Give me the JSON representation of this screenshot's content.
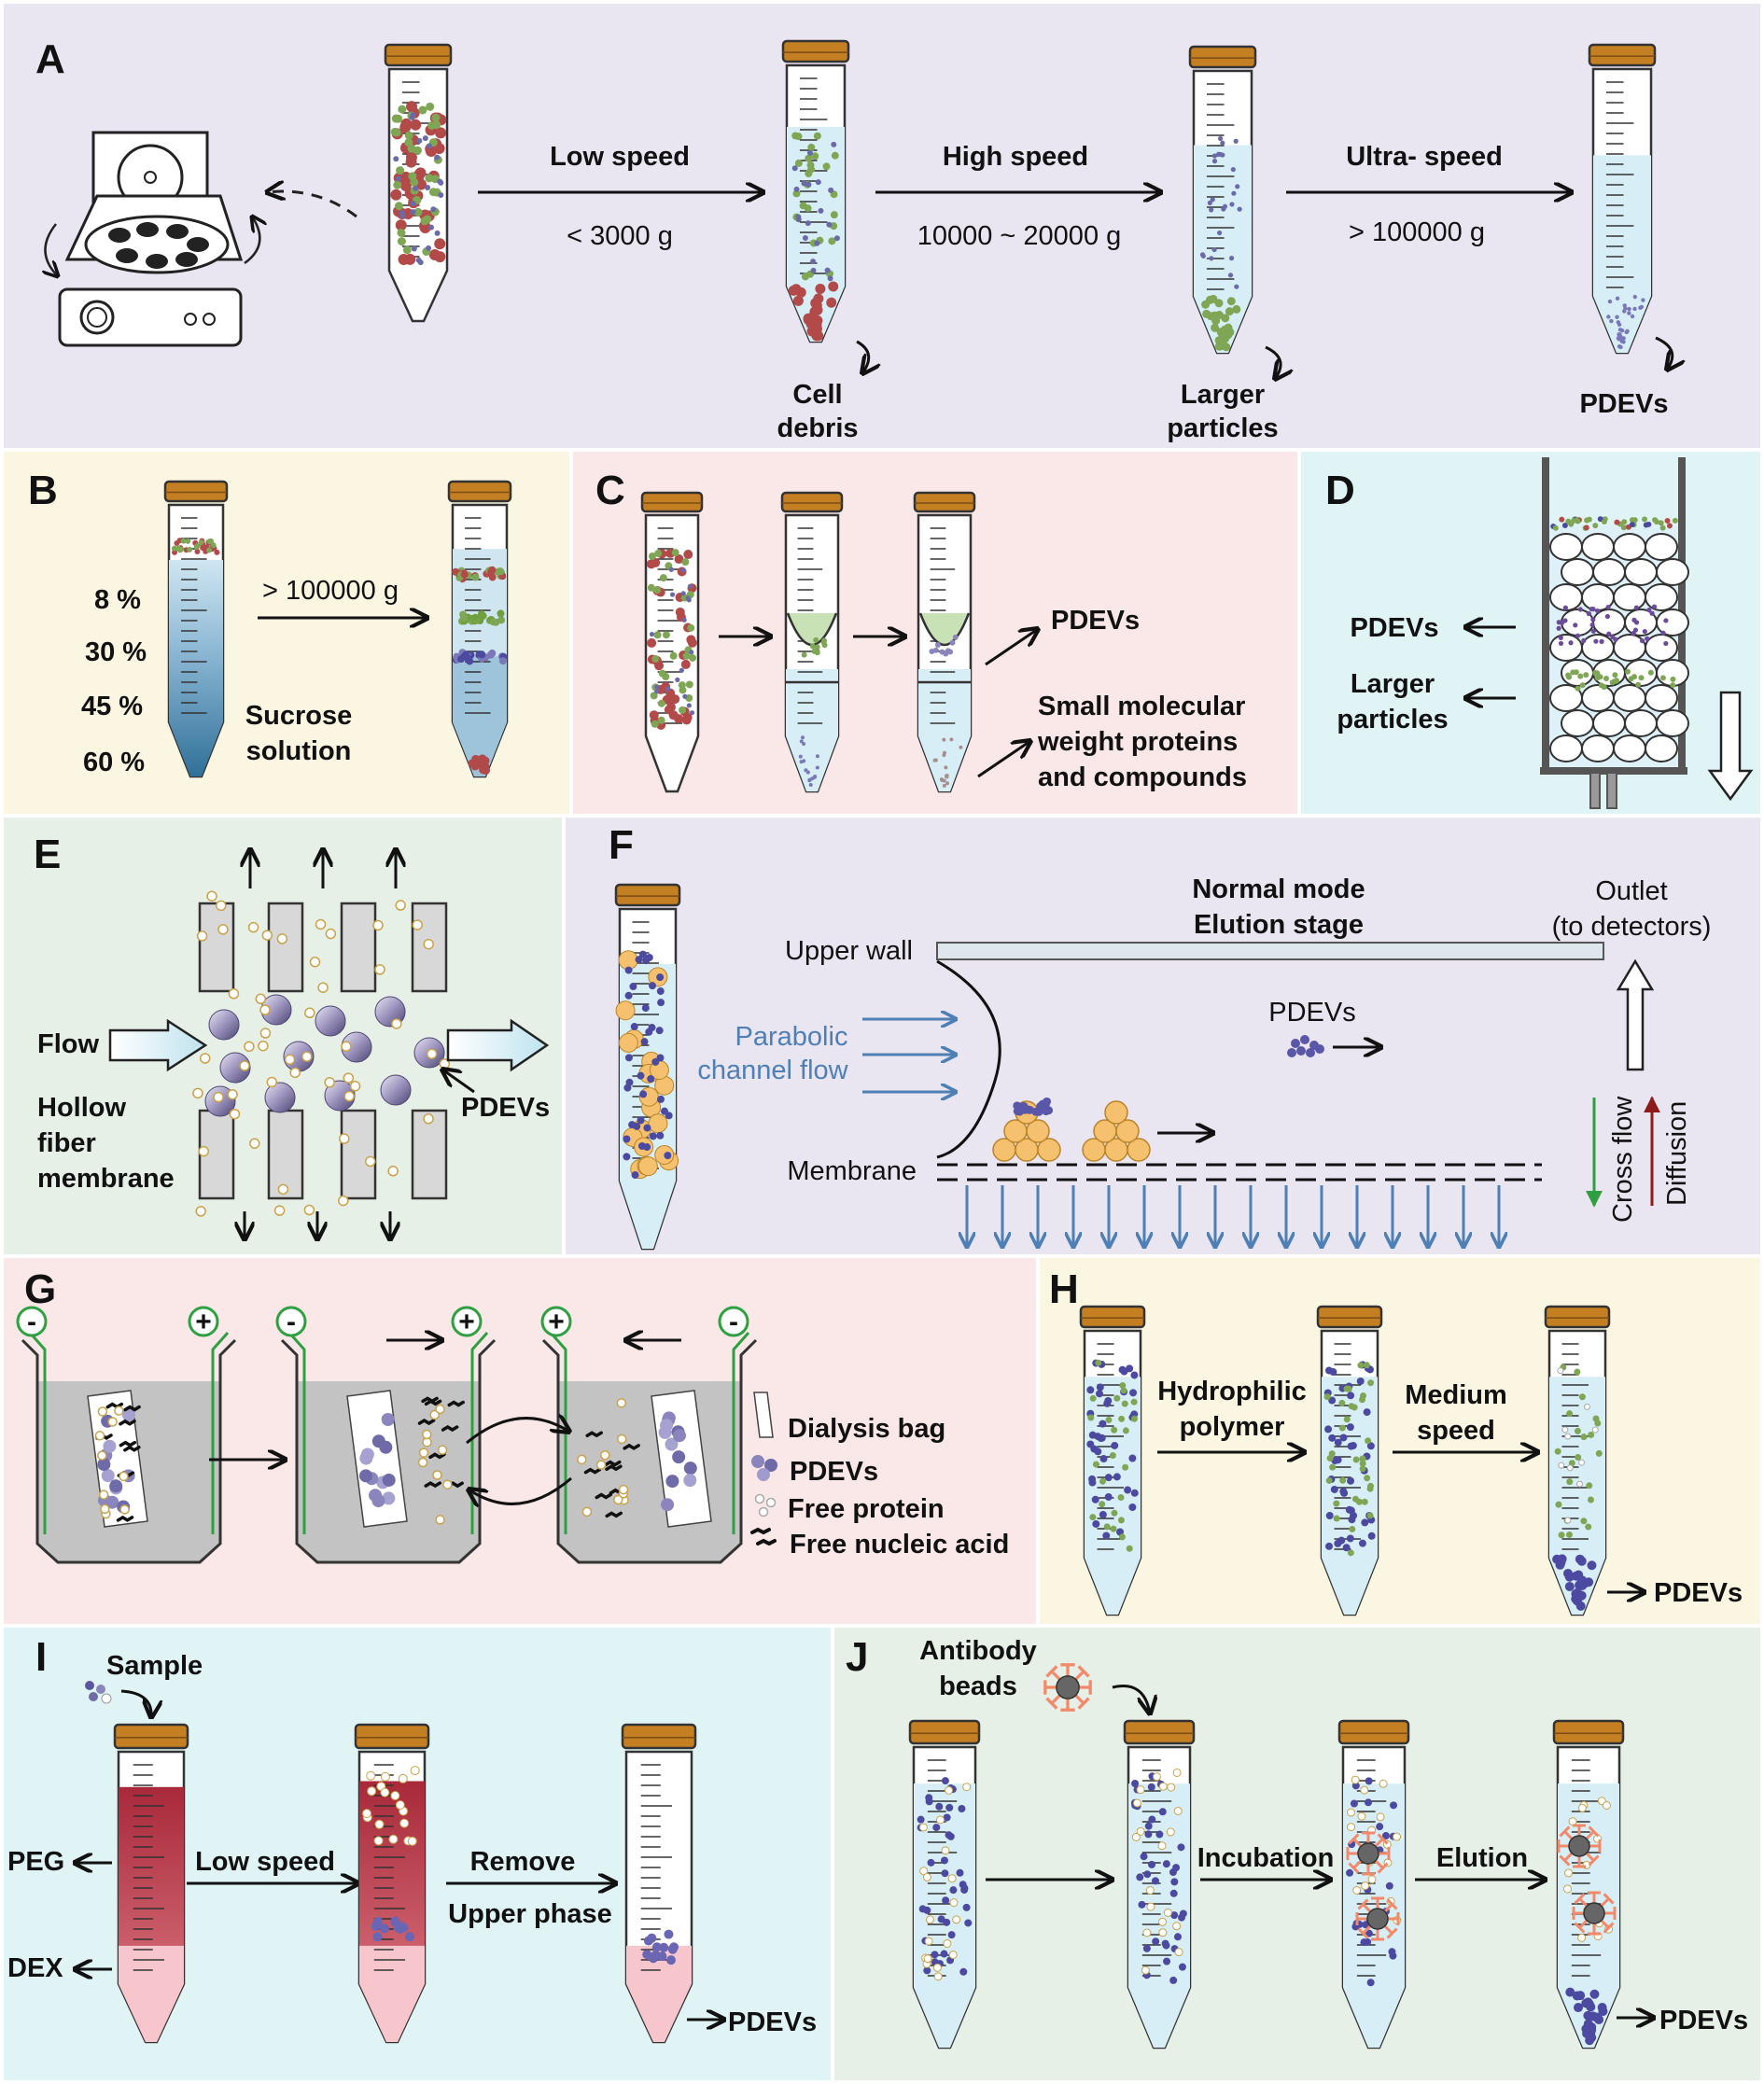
{
  "colors": {
    "bg_a": "#e9e5f1",
    "bg_b": "#fbf6e2",
    "bg_c": "#fae7e7",
    "bg_d": "#e1f4f5",
    "bg_e": "#e7f0e6",
    "bg_f": "#e9e5f1",
    "bg_g": "#fae7e7",
    "bg_h": "#fbf6e2",
    "bg_i": "#e1f4f5",
    "bg_j": "#e7f0e6",
    "cap": "#c47f22",
    "liquid": "#d7eef6",
    "cell": "#b34a4a",
    "green": "#7fa655",
    "purple": "#4b4aa0"
  },
  "panels": {
    "a": {
      "letter": "A",
      "step1_top": "Low speed",
      "step1_bottom": "< 3000 g",
      "step2_top": "High speed",
      "step2_bottom": "10000 ~ 20000 g",
      "step3_top": "Ultra- speed",
      "step3_bottom": "> 100000 g",
      "out1_l1": "Cell",
      "out1_l2": "debris",
      "out2_l1": "Larger",
      "out2_l2": "particles",
      "out3": "PDEVs"
    },
    "b": {
      "letter": "B",
      "g8": "8 %",
      "g30": "30 %",
      "g45": "45 %",
      "g60": "60 %",
      "force": "> 100000 g",
      "sol_l1": "Sucrose",
      "sol_l2": "solution"
    },
    "c": {
      "letter": "C",
      "out1": "PDEVs",
      "out2_l1": "Small molecular",
      "out2_l2": "weight proteins",
      "out2_l3": "and compounds"
    },
    "d": {
      "letter": "D",
      "out1": "PDEVs",
      "out2_l1": "Larger",
      "out2_l2": "particles"
    },
    "e": {
      "letter": "E",
      "flow": "Flow",
      "mem_l1": "Hollow",
      "mem_l2": "fiber",
      "mem_l3": "membrane",
      "pdevs": "PDEVs"
    },
    "f": {
      "letter": "F",
      "mode_l1": "Normal mode",
      "mode_l2": "Elution stage",
      "outlet_l1": "Outlet",
      "outlet_l2": "(to detectors)",
      "upper": "Upper wall",
      "par_l1": "Parabolic",
      "par_l2": "channel flow",
      "pdevs": "PDEVs",
      "membrane": "Membrane",
      "cross": "Cross flow",
      "diff": "Diffusion"
    },
    "g": {
      "letter": "G",
      "minus": "-",
      "plus": "+",
      "leg1": "Dialysis bag",
      "leg2": "PDEVs",
      "leg3": "Free protein",
      "leg4": "Free nucleic acid"
    },
    "h": {
      "letter": "H",
      "step1_l1": "Hydrophilic",
      "step1_l2": "polymer",
      "step2_l1": "Medium",
      "step2_l2": "speed",
      "out": "PDEVs"
    },
    "i": {
      "letter": "I",
      "sample": "Sample",
      "peg": "PEG",
      "dex": "DEX",
      "step1": "Low speed",
      "step2_l1": "Remove",
      "step2_l2": "Upper phase",
      "out": "PDEVs"
    },
    "j": {
      "letter": "J",
      "ab_l1": "Antibody",
      "ab_l2": "beads",
      "step2": "Incubation",
      "step3": "Elution",
      "out": "PDEVs"
    }
  }
}
